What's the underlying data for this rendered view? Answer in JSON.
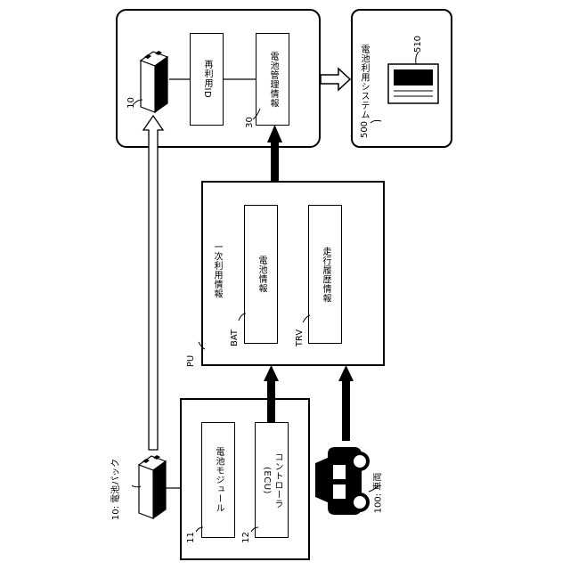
{
  "figure": {
    "reuse_device": {
      "reuse_id": "再利用ID",
      "battery_mgmt_info": "電池管理情報",
      "ref_device": "10",
      "ref_mgmt": "30"
    },
    "battery_system": {
      "title": "電池利用システム",
      "ref_system": "500",
      "ref_terminal": "510"
    },
    "primary_info": {
      "title": "一次利用情報",
      "battery_info": "電池情報",
      "travel_history": "走行履歴情報",
      "ref_pu": "PU",
      "ref_bat": "BAT",
      "ref_trv": "TRV"
    },
    "vehicle_unit": {
      "battery_module": "電池モジュール",
      "controller": "コントローラ\n(ECU)",
      "ref_module": "11",
      "ref_controller": "12"
    },
    "battery_pack_label": "10: 電池パック",
    "vehicle_label": "100: 車両"
  }
}
